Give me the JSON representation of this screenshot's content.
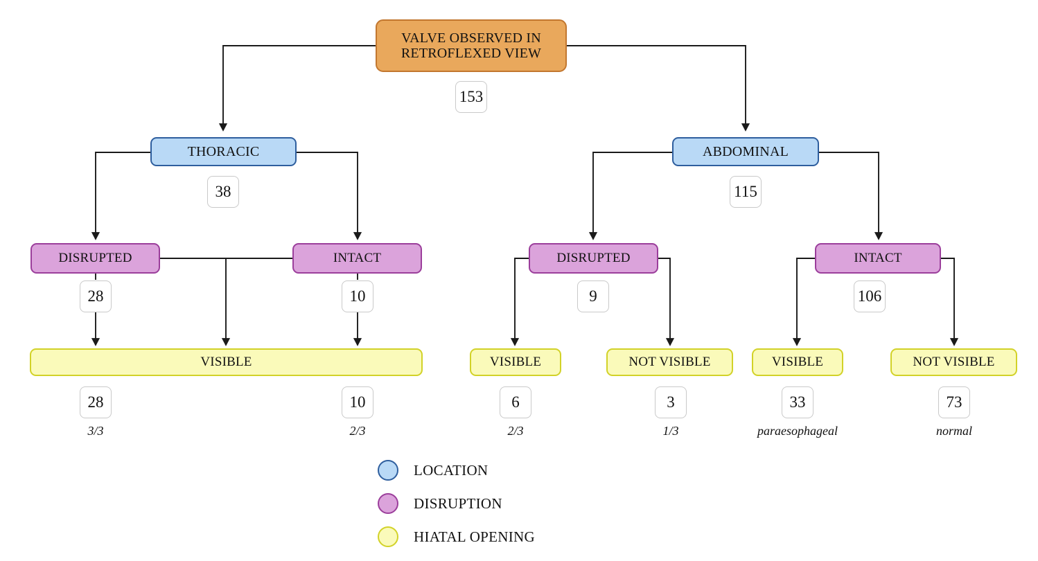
{
  "chart_data": {
    "type": "diagram",
    "title": "Valve observed in retroflexed view flowchart",
    "root": {
      "label": "VALVE OBSERVED IN RETROFLEXED VIEW",
      "count": "153"
    },
    "levels": [
      "location",
      "disruption",
      "hiatal opening"
    ],
    "branches": [
      {
        "location": "THORACIC",
        "location_count": "38",
        "disruption": "DISRUPTED",
        "disruption_count": "28",
        "hiatal": "VISIBLE",
        "hiatal_count": "28",
        "note": "3/3"
      },
      {
        "location": "THORACIC",
        "location_count": "38",
        "disruption": "INTACT",
        "disruption_count": "10",
        "hiatal": "VISIBLE",
        "hiatal_count": "10",
        "note": "2/3"
      },
      {
        "location": "ABDOMINAL",
        "location_count": "115",
        "disruption": "DISRUPTED",
        "disruption_count": "9",
        "hiatal": "VISIBLE",
        "hiatal_count": "6",
        "note": "2/3"
      },
      {
        "location": "ABDOMINAL",
        "location_count": "115",
        "disruption": "DISRUPTED",
        "disruption_count": "9",
        "hiatal": "NOT VISIBLE",
        "hiatal_count": "3",
        "note": "1/3"
      },
      {
        "location": "ABDOMINAL",
        "location_count": "115",
        "disruption": "INTACT",
        "disruption_count": "106",
        "hiatal": "VISIBLE",
        "hiatal_count": "33",
        "note": "paraesophageal"
      },
      {
        "location": "ABDOMINAL",
        "location_count": "115",
        "disruption": "INTACT",
        "disruption_count": "106",
        "hiatal": "NOT VISIBLE",
        "hiatal_count": "73",
        "note": "normal"
      }
    ]
  },
  "nodes": {
    "root": {
      "label": "VALVE OBSERVED IN RETROFLEXED VIEW",
      "line1": "VALVE OBSERVED IN",
      "line2": "RETROFLEXED VIEW"
    },
    "thoracic": {
      "label": "THORACIC"
    },
    "abdominal": {
      "label": "ABDOMINAL"
    },
    "thoracic_disrupted": {
      "label": "DISRUPTED"
    },
    "thoracic_intact": {
      "label": "INTACT"
    },
    "abdominal_disrupted": {
      "label": "DISRUPTED"
    },
    "abdominal_intact": {
      "label": "INTACT"
    },
    "thoracic_visible": {
      "label": "VISIBLE"
    },
    "abd_disrupted_visible": {
      "label": "VISIBLE"
    },
    "abd_disrupted_not_visible": {
      "label": "NOT VISIBLE"
    },
    "abd_intact_visible": {
      "label": "VISIBLE"
    },
    "abd_intact_not_visible": {
      "label": "NOT VISIBLE"
    }
  },
  "counts": {
    "root": "153",
    "thoracic": "38",
    "abdominal": "115",
    "thoracic_disrupted": "28",
    "thoracic_intact": "10",
    "abdominal_disrupted": "9",
    "abdominal_intact": "106",
    "thoracic_disrupted_visible": "28",
    "thoracic_intact_visible": "10",
    "abd_disrupted_visible": "6",
    "abd_disrupted_not_visible": "3",
    "abd_intact_visible": "33",
    "abd_intact_not_visible": "73"
  },
  "notes": {
    "thoracic_disrupted_visible": "3/3",
    "thoracic_intact_visible": "2/3",
    "abd_disrupted_visible": "2/3",
    "abd_disrupted_not_visible": "1/3",
    "abd_intact_visible": "paraesophageal",
    "abd_intact_not_visible": "normal"
  },
  "legend": {
    "items": [
      {
        "label": "LOCATION",
        "color": "#B9D9F6",
        "border": "#2E5E9E"
      },
      {
        "label": "DISRUPTION",
        "color": "#DBA3DB",
        "border": "#9B3E9B"
      },
      {
        "label": "HIATAL OPENING",
        "color": "#FAFABA",
        "border": "#D2D228"
      }
    ]
  },
  "colors": {
    "root_fill": "#E9A85C",
    "root_border": "#C2772F",
    "location_fill": "#B9D9F6",
    "location_border": "#2E5E9E",
    "disruption_fill": "#DBA3DB",
    "disruption_border": "#9B3E9B",
    "hiatal_fill": "#FAFABA",
    "hiatal_border": "#D2D228",
    "edge": "#1A1A1A",
    "badge_border": "#C9C9C9",
    "background": "#FFFFFF"
  }
}
